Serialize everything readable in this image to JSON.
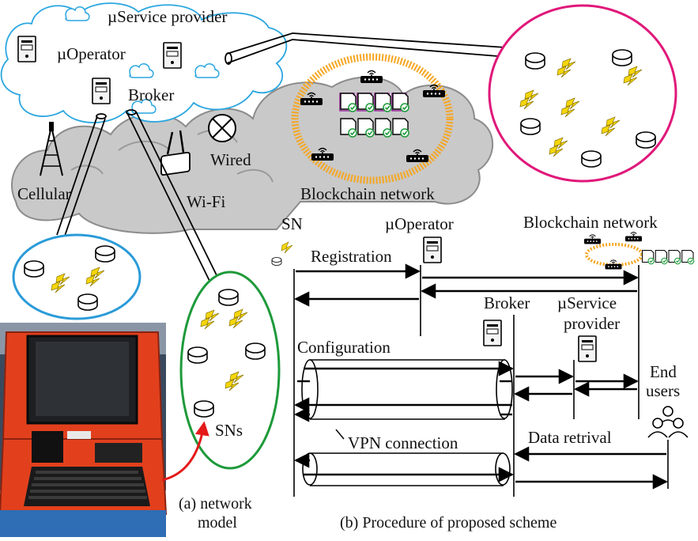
{
  "network_model": {
    "labels": {
      "uservice_provider": "µService provider",
      "uoperator": "µOperator",
      "broker": "Broker",
      "cellular": "Cellular",
      "wifi": "Wi-Fi",
      "wired": "Wired",
      "blockchain": "Blockchain network",
      "sns": "SNs"
    },
    "caption_line1": "(a) network",
    "caption_line2": "model"
  },
  "procedure": {
    "actors": {
      "sn": "SN",
      "uoperator": "µOperator",
      "blockchain": "Blockchain network",
      "broker": "Broker",
      "uservice_line1": "µService",
      "uservice_line2": "provider",
      "end_users_line1": "End",
      "end_users_line2": "users"
    },
    "steps": {
      "registration": "Registration",
      "configuration": "Configuration",
      "vpn": "VPN connection",
      "data_retrieval": "Data retrival"
    },
    "caption": "(b) Procedure of proposed scheme"
  },
  "colors": {
    "cloud_outline": "#2aa6e0",
    "magenta_cluster": "#e0187a",
    "blue_cluster": "#2a9bd8",
    "green_cluster": "#1e9a3a",
    "lightning": "#f4d60a",
    "blockchain_ring": "#f5a623",
    "red_arrow": "#e41a1a",
    "gray_cloud": "#c9c9c9"
  }
}
